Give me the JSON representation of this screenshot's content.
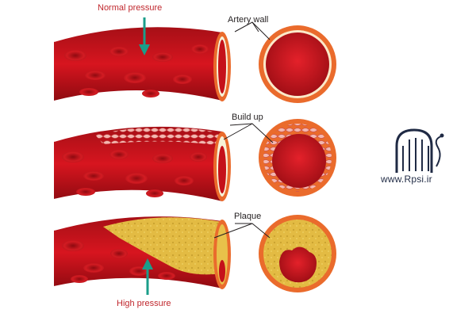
{
  "labels": {
    "normal_pressure": "Normal pressure",
    "artery_wall": "Artery wall",
    "build_up": "Build up",
    "plaque": "Plaque",
    "high_pressure": "High pressure"
  },
  "logo": {
    "text": "www.Rpsi.ir",
    "color": "#1f2a44"
  },
  "colors": {
    "blood": "#d7151f",
    "wall": "#ea6b2c",
    "plaque": "#e8c14a",
    "arrow": "#1a9e8a",
    "label_red": "#c0272d"
  }
}
